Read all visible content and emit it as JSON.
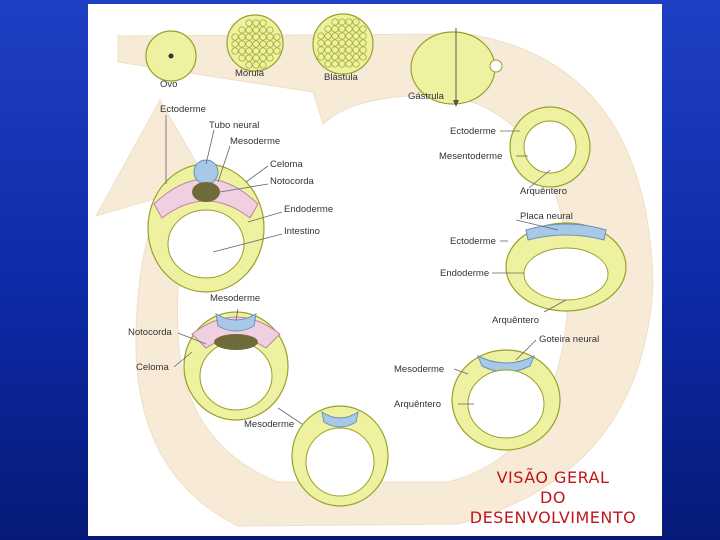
{
  "labels": {
    "ovo": "Ovo",
    "morula": "Mórula",
    "blastula": "Blástula",
    "gastrula": "Gástrula",
    "ectoderme_left": "Ectoderme",
    "tubo_neural": "Tubo neural",
    "mesoderme_left": "Mesoderme",
    "celoma_upper": "Celoma",
    "notocorda_upper": "Notocorda",
    "endoderme_left": "Endoderme",
    "intestino": "Intestino",
    "ectoderme_r1": "Ectoderme",
    "mesentoderme": "Mesentoderme",
    "arquentero_1": "Arquêntero",
    "placa_neural": "Placa neural",
    "ectoderme_r2": "Ectoderme",
    "endoderme_r2": "Endoderme",
    "arquentero_2": "Arquêntero",
    "mesoderme_mid": "Mesoderme",
    "notocorda_lower": "Notocorda",
    "celoma_lower": "Celoma",
    "goteira_neural": "Goteira neural",
    "mesoderme_r3": "Mesoderme",
    "arquentero_3": "Arquêntero",
    "mesoderme_bottom": "Mesoderme"
  },
  "title_lines": [
    "VISÃO GERAL",
    "DO",
    "DESENVOLVIMENTO"
  ],
  "colors": {
    "background": "#1530b8",
    "arrow_band": "#f7ead6",
    "cell_fill": "#eef2a0",
    "cell_stroke": "#9aa028",
    "neural": "#a8c8e8",
    "notochord": "#6f6a3a",
    "mesoderm": "#d8a0c0",
    "title": "#c0161b"
  }
}
